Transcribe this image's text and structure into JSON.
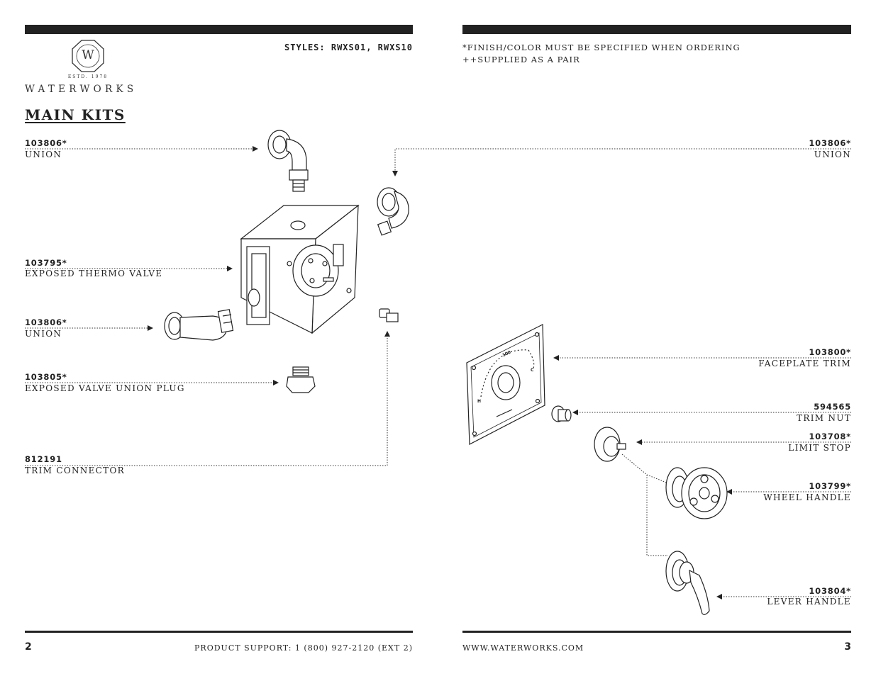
{
  "brand": {
    "name": "WATERWORKS",
    "established": "ESTD. 1978",
    "monogram": "W"
  },
  "header": {
    "styles": "STYLES: RWXS01, RWXS10",
    "note_finish": "*FINISH/COLOR MUST BE SPECIFIED WHEN ORDERING",
    "note_pair": "++SUPPLIED AS A PAIR"
  },
  "section_title": "MAIN KITS",
  "left_parts": [
    {
      "code": "103806*",
      "name": "UNION"
    },
    {
      "code": "103795*",
      "name": "EXPOSED THERMO VALVE"
    },
    {
      "code": "103806*",
      "name": "UNION"
    },
    {
      "code": "103805*",
      "name": "EXPOSED VALVE UNION PLUG"
    },
    {
      "code": "812191",
      "name": "TRIM CONNECTOR"
    }
  ],
  "right_parts": [
    {
      "code": "103806*",
      "name": "UNION"
    },
    {
      "code": "103800*",
      "name": "FACEPLATE TRIM"
    },
    {
      "code": "594565",
      "name": "TRIM NUT"
    },
    {
      "code": "103708*",
      "name": "LIMIT STOP"
    },
    {
      "code": "103799*",
      "name": "WHEEL HANDLE"
    },
    {
      "code": "103804*",
      "name": "LEVER HANDLE"
    }
  ],
  "faceplate_marks": {
    "top": "100",
    "cold": "C",
    "hot": "H"
  },
  "footer": {
    "left_page": "2",
    "support": "PRODUCT SUPPORT: 1 (800) 927-2120 (EXT 2)",
    "website": "WWW.WATERWORKS.COM",
    "right_page": "3"
  }
}
